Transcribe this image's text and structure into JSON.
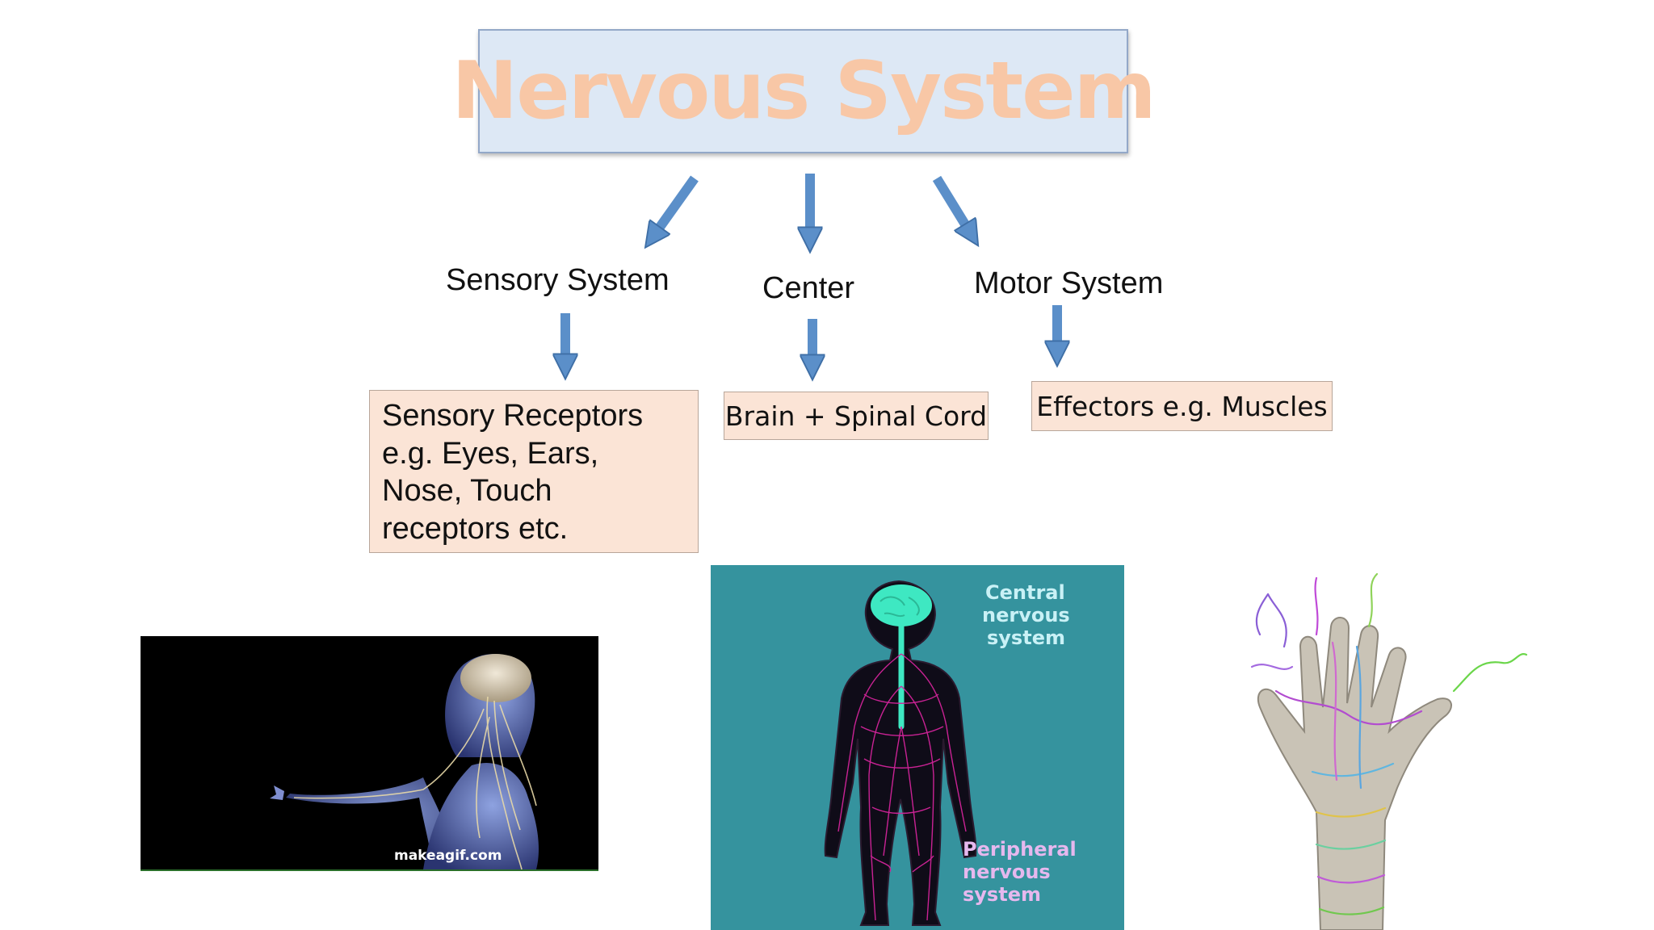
{
  "title": "Nervous System",
  "branches": {
    "sensory": {
      "label": "Sensory System",
      "detail_lines": [
        "Sensory Receptors",
        "e.g. Eyes, Ears,",
        "Nose, Touch",
        "receptors etc."
      ]
    },
    "center": {
      "label": "Center",
      "detail": "Brain + Spinal Cord"
    },
    "motor": {
      "label": "Motor System",
      "detail": "Effectors e.g. Muscles"
    }
  },
  "images": {
    "head_gif": {
      "watermark": "makeagif.com"
    },
    "body_diagram": {
      "central_lines": [
        "Central",
        "nervous",
        "system"
      ],
      "peripheral_lines": [
        "Peripheral",
        "nervous",
        "system"
      ]
    },
    "hand": {}
  },
  "colors": {
    "arrow": "#5b8fc9",
    "title_fill": "#dde8f5",
    "title_text": "#f8c7a6",
    "box_fill": "#fbe4d6",
    "body_bg": "#35939e",
    "brain": "#3ee8c2"
  }
}
